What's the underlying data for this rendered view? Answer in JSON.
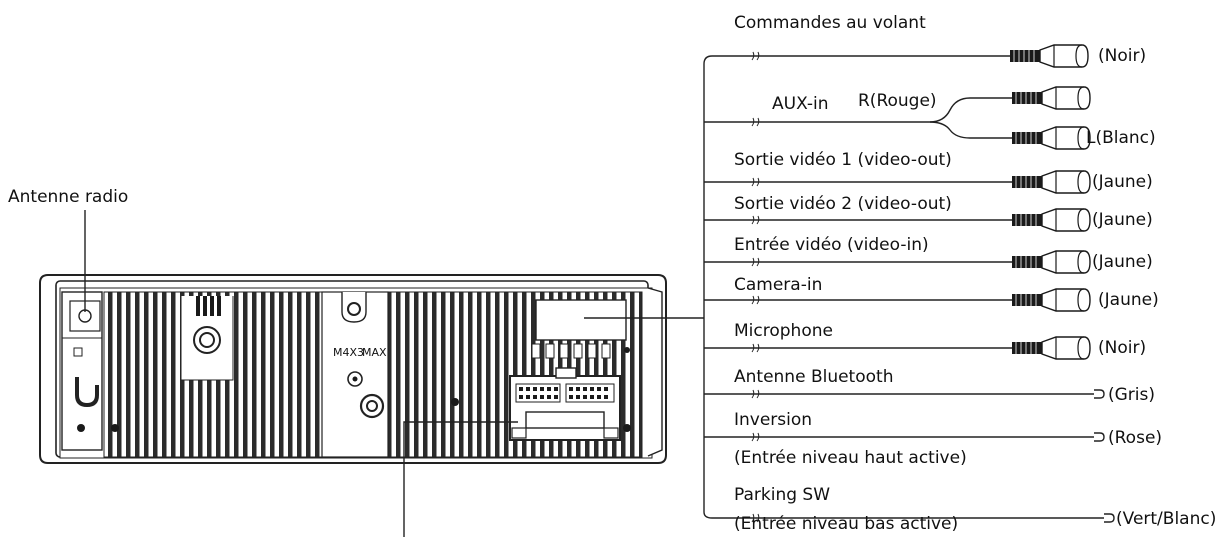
{
  "diagram": {
    "top_label": "Commandes au volant",
    "antenna_label": "Antenne radio",
    "unit_markings": {
      "screw_a": "M4X3",
      "screw_b": "MAX"
    },
    "connections": [
      {
        "id": "steering",
        "color": "(Noir)"
      },
      {
        "id": "aux-right",
        "label": "AUX-in",
        "sublabel": "R(Rouge)",
        "color": ""
      },
      {
        "id": "aux-left",
        "color": "L(Blanc)"
      },
      {
        "id": "video-out-1",
        "label": "Sortie vidéo 1 (video-out)",
        "color": "(Jaune)"
      },
      {
        "id": "video-out-2",
        "label": "Sortie vidéo 2 (video-out)",
        "color": "(Jaune)"
      },
      {
        "id": "video-in",
        "label": "Entrée vidéo (video-in)",
        "color": "(Jaune)"
      },
      {
        "id": "camera-in",
        "label": "Camera-in",
        "color": "(Jaune)"
      },
      {
        "id": "microphone",
        "label": "Microphone",
        "color": "(Noir)"
      },
      {
        "id": "bt-antenna",
        "label": "Antenne Bluetooth",
        "color": "(Gris)"
      },
      {
        "id": "reverse",
        "label": "Inversion",
        "sublabel": "(Entrée niveau haut active)",
        "color": "(Rose)"
      },
      {
        "id": "parking",
        "label": "Parking SW",
        "sublabel": "(Entrée niveau bas active)",
        "color": "(Vert/Blanc)"
      }
    ]
  }
}
